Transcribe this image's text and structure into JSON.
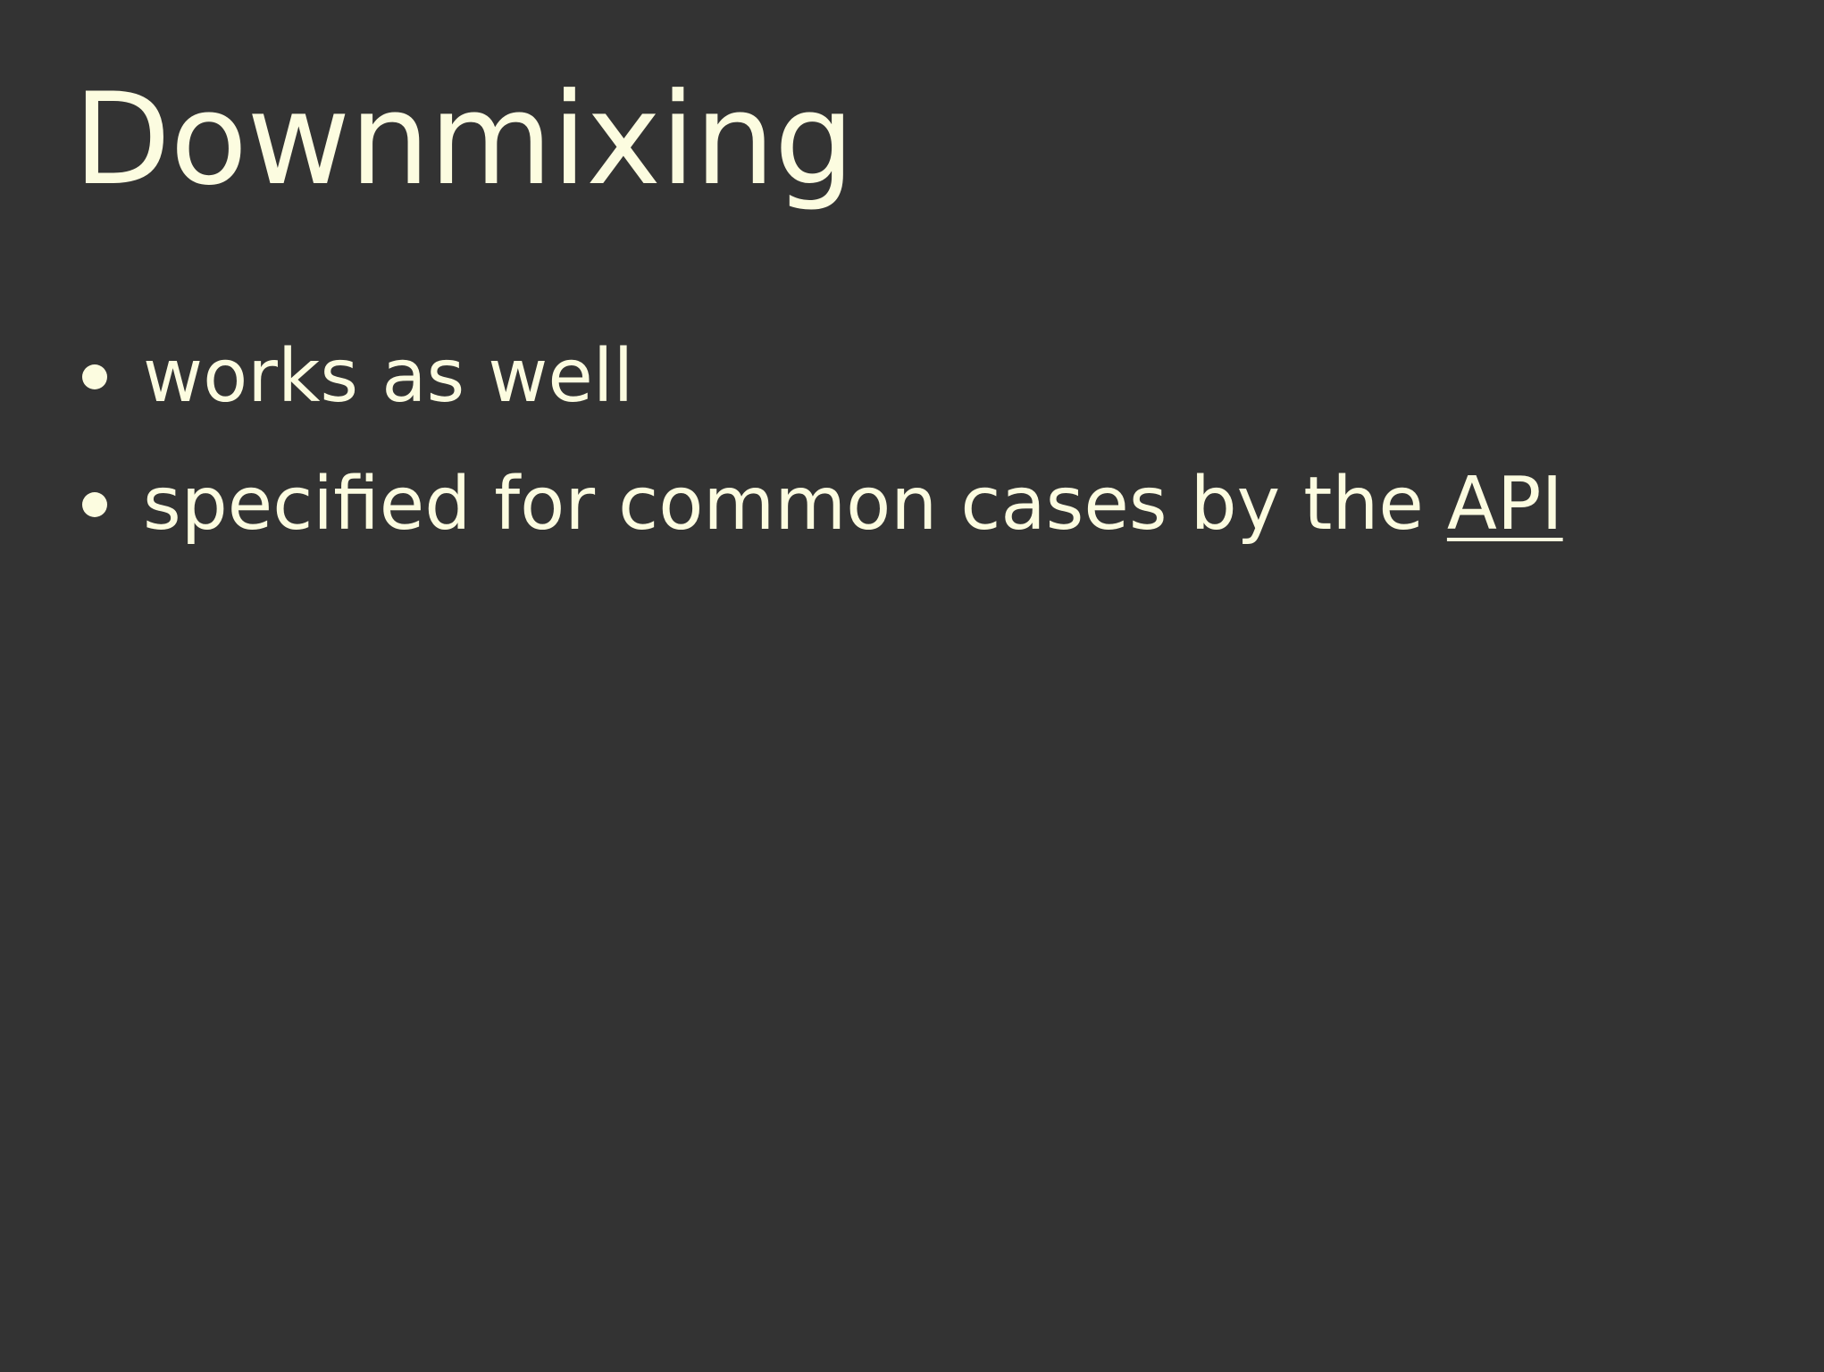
{
  "slide": {
    "title": "Downmixing",
    "bullets": [
      {
        "text": "works as well"
      },
      {
        "text": "specified for common cases by the ",
        "link": "API"
      }
    ]
  },
  "colors": {
    "background": "#333333",
    "text": "#fcfce0"
  }
}
